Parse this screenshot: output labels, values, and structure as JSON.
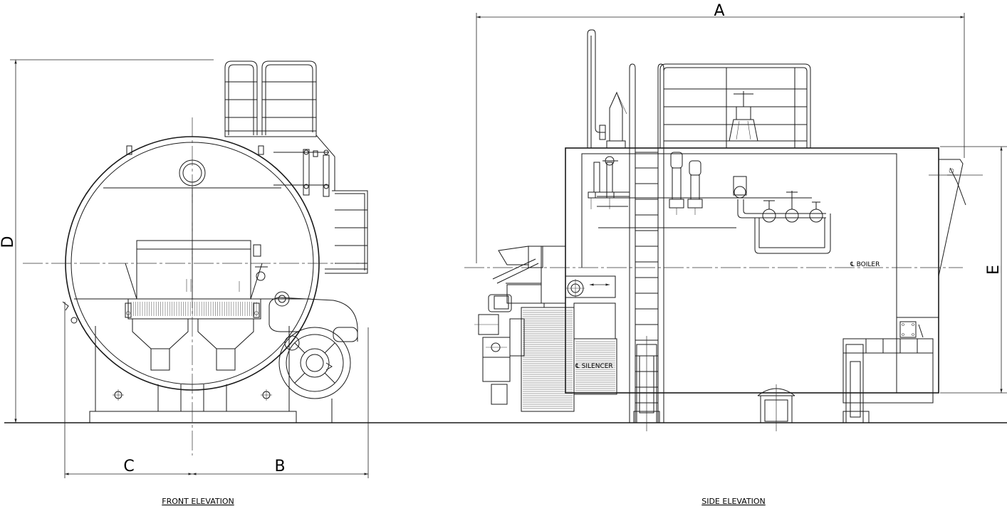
{
  "views": {
    "front": {
      "caption": "FRONT ELEVATION"
    },
    "side": {
      "caption": "SIDE ELEVATION"
    }
  },
  "dimensions": {
    "A": "A",
    "B": "B",
    "C": "C",
    "D": "D",
    "E": "E"
  },
  "notes": {
    "boiler_centerline": "℄ BOILER",
    "silencer_centerline": "℄ SILENCER"
  }
}
